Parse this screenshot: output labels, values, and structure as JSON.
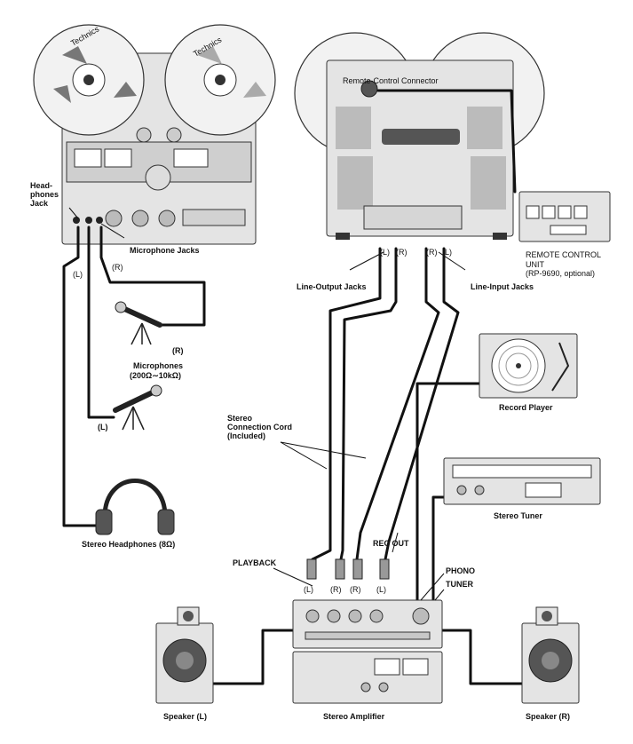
{
  "labels": {
    "remote_connector": "Remote-Control Connector",
    "headphones_jack_1": "Head-",
    "headphones_jack_2": "phones",
    "headphones_jack_3": "Jack",
    "microphone_jacks": "Microphone Jacks",
    "left_short": "(L)",
    "right_short": "(R)",
    "microphones": "Microphones",
    "microphones_impedance": "(200Ω∼10kΩ)",
    "mic_r": "(R)",
    "mic_l": "(L)",
    "stereo_headphones": "Stereo Headphones (8Ω)",
    "line_output_jacks": "Line-Output Jacks",
    "line_input_jacks": "Line-Input Jacks",
    "remote_unit_1": "REMOTE CONTROL",
    "remote_unit_2": "UNIT",
    "remote_unit_3": "(RP-9690, optional)",
    "record_player": "Record Player",
    "stereo_connection_1": "Stereo",
    "stereo_connection_2": "Connection Cord",
    "stereo_connection_3": "(Included)",
    "stereo_tuner": "Stereo Tuner",
    "rec_out": "REC OUT",
    "playback": "PLAYBACK",
    "phono": "PHONO",
    "tuner": "TUNER",
    "plug_l1": "(L)",
    "plug_r1": "(R)",
    "plug_r2": "(R)",
    "plug_l2": "(L)",
    "jack_l1": "(L)",
    "jack_r1": "(R)",
    "jack_r2": "(R)",
    "jack_l2": "(L)",
    "speaker_left": "Speaker (L)",
    "stereo_amplifier": "Stereo Amplifier",
    "speaker_right": "Speaker (R)"
  },
  "brand": {
    "name": "Technics"
  }
}
